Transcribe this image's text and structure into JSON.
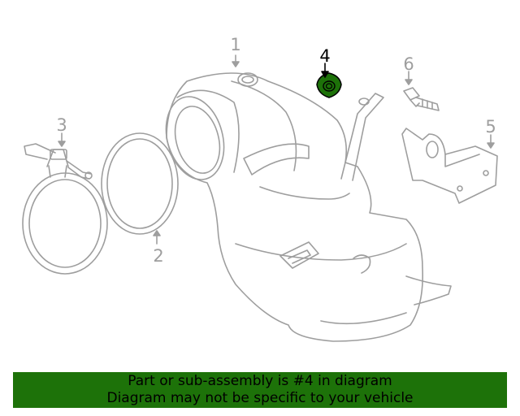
{
  "diagram": {
    "callouts": [
      {
        "id": "1",
        "label": "1",
        "highlighted": false
      },
      {
        "id": "2",
        "label": "2",
        "highlighted": false
      },
      {
        "id": "3",
        "label": "3",
        "highlighted": false
      },
      {
        "id": "4",
        "label": "4",
        "highlighted": true
      },
      {
        "id": "5",
        "label": "5",
        "highlighted": false
      },
      {
        "id": "6",
        "label": "6",
        "highlighted": false
      }
    ]
  },
  "colors": {
    "line": "#9e9e9e",
    "highlight": "#1d7209",
    "banner_bg": "#1d7209",
    "banner_text": "#000000"
  },
  "banner": {
    "line1": "Part or sub-assembly is #4 in diagram",
    "line2": "Diagram may not be specific to your vehicle"
  }
}
